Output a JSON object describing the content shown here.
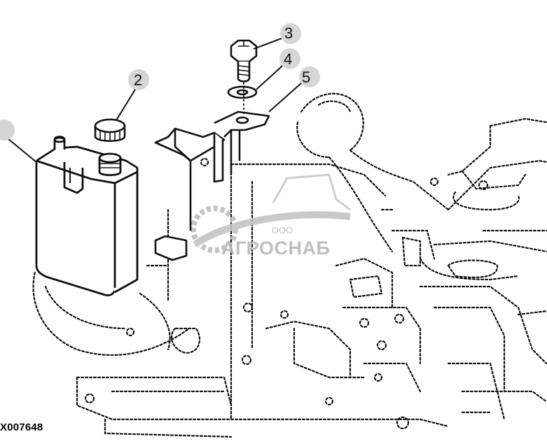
{
  "figure_id": "X007648",
  "callouts": [
    {
      "number": "",
      "part": "reservoir"
    },
    {
      "number": "2",
      "part": "cap"
    },
    {
      "number": "3",
      "part": "bolt"
    },
    {
      "number": "4",
      "part": "washer"
    },
    {
      "number": "5",
      "part": "bracket"
    }
  ],
  "watermark": {
    "prefix": "ООО",
    "brand": "АГРОСНАБ"
  },
  "colors": {
    "line": "#111111",
    "watermark": "#b9b9b9",
    "callout_bubble": "#d6d6d6"
  }
}
